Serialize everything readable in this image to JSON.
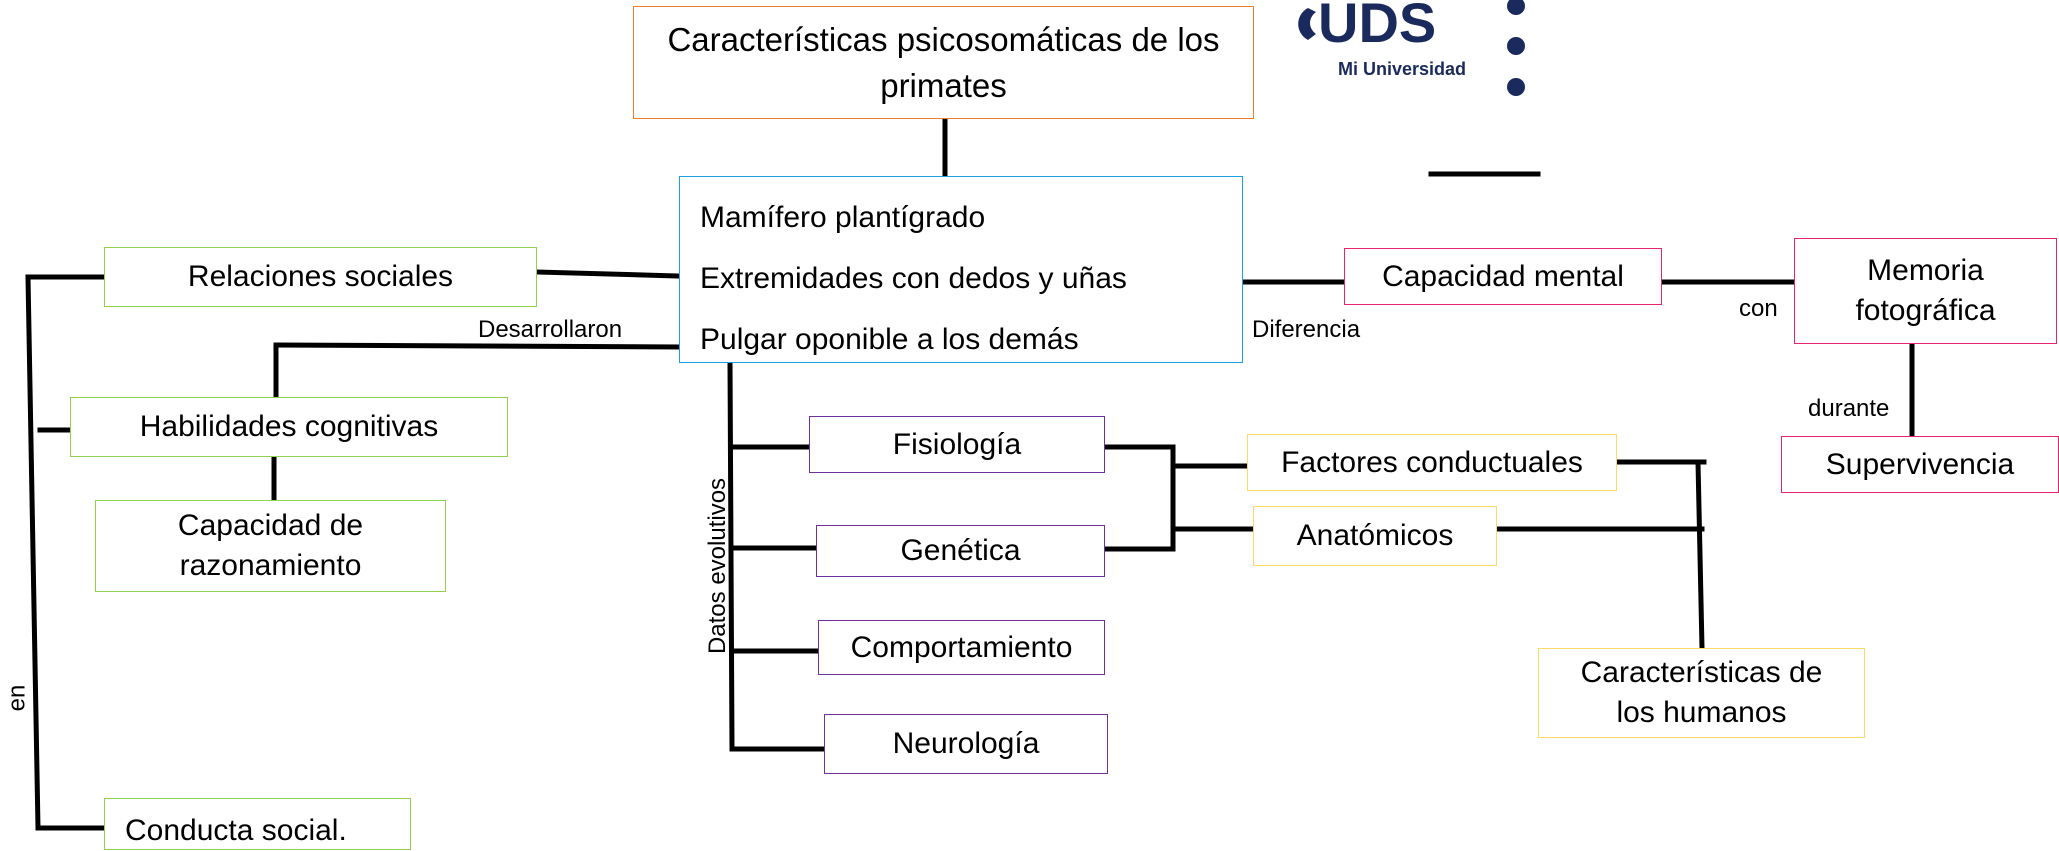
{
  "title": "Características psicosomáticas de los primates",
  "logo": {
    "letters": "UDS",
    "tagline": "Mi Universidad",
    "color": "#1a2a5c"
  },
  "central": {
    "lines": [
      "Mamífero plantígrado",
      "Extremidades con dedos y uñas",
      "Pulgar oponible a los demás"
    ]
  },
  "left": {
    "relaciones": "Relaciones sociales",
    "habilidades": "Habilidades cognitivas",
    "razonamiento": "Capacidad de razonamiento",
    "conducta": "Conducta social."
  },
  "middle": {
    "fisiologia": "Fisiología",
    "genetica": "Genética",
    "comportamiento": "Comportamiento",
    "neurologia": "Neurología"
  },
  "right": {
    "capacidad_mental": "Capacidad mental",
    "memoria": "Memoria fotográfica",
    "supervivencia": "Supervivencia",
    "factores": "Factores conductuales",
    "anatomicos": "Anatómicos",
    "caracteristicas_humanos": "Características de los humanos"
  },
  "connectors": {
    "desarrollaron": "Desarrollaron",
    "diferencia": "Diferencia",
    "con": "con",
    "durante": "durante",
    "en": "en",
    "datos_evolutivos": "Datos evolutivos"
  },
  "colors": {
    "orange": "#ED7D31",
    "blue": "#1BA1E2",
    "green": "#92D050",
    "purple": "#7030A0",
    "pink": "#E6246E",
    "yellow": "#FFD966"
  }
}
